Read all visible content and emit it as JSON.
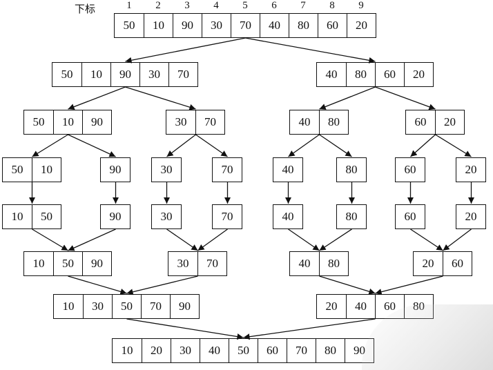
{
  "header": {
    "label": "下标",
    "indices": [
      "1",
      "2",
      "3",
      "4",
      "5",
      "6",
      "7",
      "8",
      "9"
    ]
  },
  "arrays": [
    {
      "id": "root",
      "values": [
        "50",
        "10",
        "90",
        "30",
        "70",
        "40",
        "80",
        "60",
        "20"
      ]
    },
    {
      "id": "L",
      "values": [
        "50",
        "10",
        "90",
        "30",
        "70"
      ]
    },
    {
      "id": "R",
      "values": [
        "40",
        "80",
        "60",
        "20"
      ]
    },
    {
      "id": "LL",
      "values": [
        "50",
        "10",
        "90"
      ]
    },
    {
      "id": "LR",
      "values": [
        "30",
        "70"
      ]
    },
    {
      "id": "RL",
      "values": [
        "40",
        "80"
      ]
    },
    {
      "id": "RR",
      "values": [
        "60",
        "20"
      ]
    },
    {
      "id": "LLL",
      "values": [
        "50",
        "10"
      ]
    },
    {
      "id": "LLR",
      "values": [
        "90"
      ]
    },
    {
      "id": "LRL",
      "values": [
        "30"
      ]
    },
    {
      "id": "LRR",
      "values": [
        "70"
      ]
    },
    {
      "id": "RLL",
      "values": [
        "40"
      ]
    },
    {
      "id": "RLR",
      "values": [
        "80"
      ]
    },
    {
      "id": "RRL",
      "values": [
        "60"
      ]
    },
    {
      "id": "RRR",
      "values": [
        "20"
      ]
    },
    {
      "id": "LLLs",
      "values": [
        "10",
        "50"
      ]
    },
    {
      "id": "LLRs",
      "values": [
        "90"
      ]
    },
    {
      "id": "LRLs",
      "values": [
        "30"
      ]
    },
    {
      "id": "LRRs",
      "values": [
        "70"
      ]
    },
    {
      "id": "RLLs",
      "values": [
        "40"
      ]
    },
    {
      "id": "RLRs",
      "values": [
        "80"
      ]
    },
    {
      "id": "RRLs",
      "values": [
        "60"
      ]
    },
    {
      "id": "RRRs",
      "values": [
        "20"
      ]
    },
    {
      "id": "LLm",
      "values": [
        "10",
        "50",
        "90"
      ]
    },
    {
      "id": "LRm",
      "values": [
        "30",
        "70"
      ]
    },
    {
      "id": "RLm",
      "values": [
        "40",
        "80"
      ]
    },
    {
      "id": "RRm",
      "values": [
        "20",
        "60"
      ]
    },
    {
      "id": "Lm",
      "values": [
        "10",
        "30",
        "50",
        "70",
        "90"
      ]
    },
    {
      "id": "Rm",
      "values": [
        "20",
        "40",
        "60",
        "80"
      ]
    },
    {
      "id": "final",
      "values": [
        "10",
        "20",
        "30",
        "40",
        "50",
        "60",
        "70",
        "80",
        "90"
      ]
    }
  ],
  "edges": [
    [
      "root",
      "L"
    ],
    [
      "root",
      "R"
    ],
    [
      "L",
      "LL"
    ],
    [
      "L",
      "LR"
    ],
    [
      "R",
      "RL"
    ],
    [
      "R",
      "RR"
    ],
    [
      "LL",
      "LLL"
    ],
    [
      "LL",
      "LLR"
    ],
    [
      "LR",
      "LRL"
    ],
    [
      "LR",
      "LRR"
    ],
    [
      "RL",
      "RLL"
    ],
    [
      "RL",
      "RLR"
    ],
    [
      "RR",
      "RRL"
    ],
    [
      "RR",
      "RRR"
    ],
    [
      "LLL",
      "LLLs"
    ],
    [
      "LLR",
      "LLRs"
    ],
    [
      "LRL",
      "LRLs"
    ],
    [
      "LRR",
      "LRRs"
    ],
    [
      "RLL",
      "RLLs"
    ],
    [
      "RLR",
      "RLRs"
    ],
    [
      "RRL",
      "RRLs"
    ],
    [
      "RRR",
      "RRRs"
    ],
    [
      "LLLs",
      "LLm"
    ],
    [
      "LLRs",
      "LLm"
    ],
    [
      "LRLs",
      "LRm"
    ],
    [
      "LRRs",
      "LRm"
    ],
    [
      "RLLs",
      "RLm"
    ],
    [
      "RLRs",
      "RLm"
    ],
    [
      "RRLs",
      "RRm"
    ],
    [
      "RRRs",
      "RRm"
    ],
    [
      "LLm",
      "Lm"
    ],
    [
      "LRm",
      "Lm"
    ],
    [
      "RLm",
      "Rm"
    ],
    [
      "RRm",
      "Rm"
    ],
    [
      "Lm",
      "final"
    ],
    [
      "Rm",
      "final"
    ]
  ]
}
